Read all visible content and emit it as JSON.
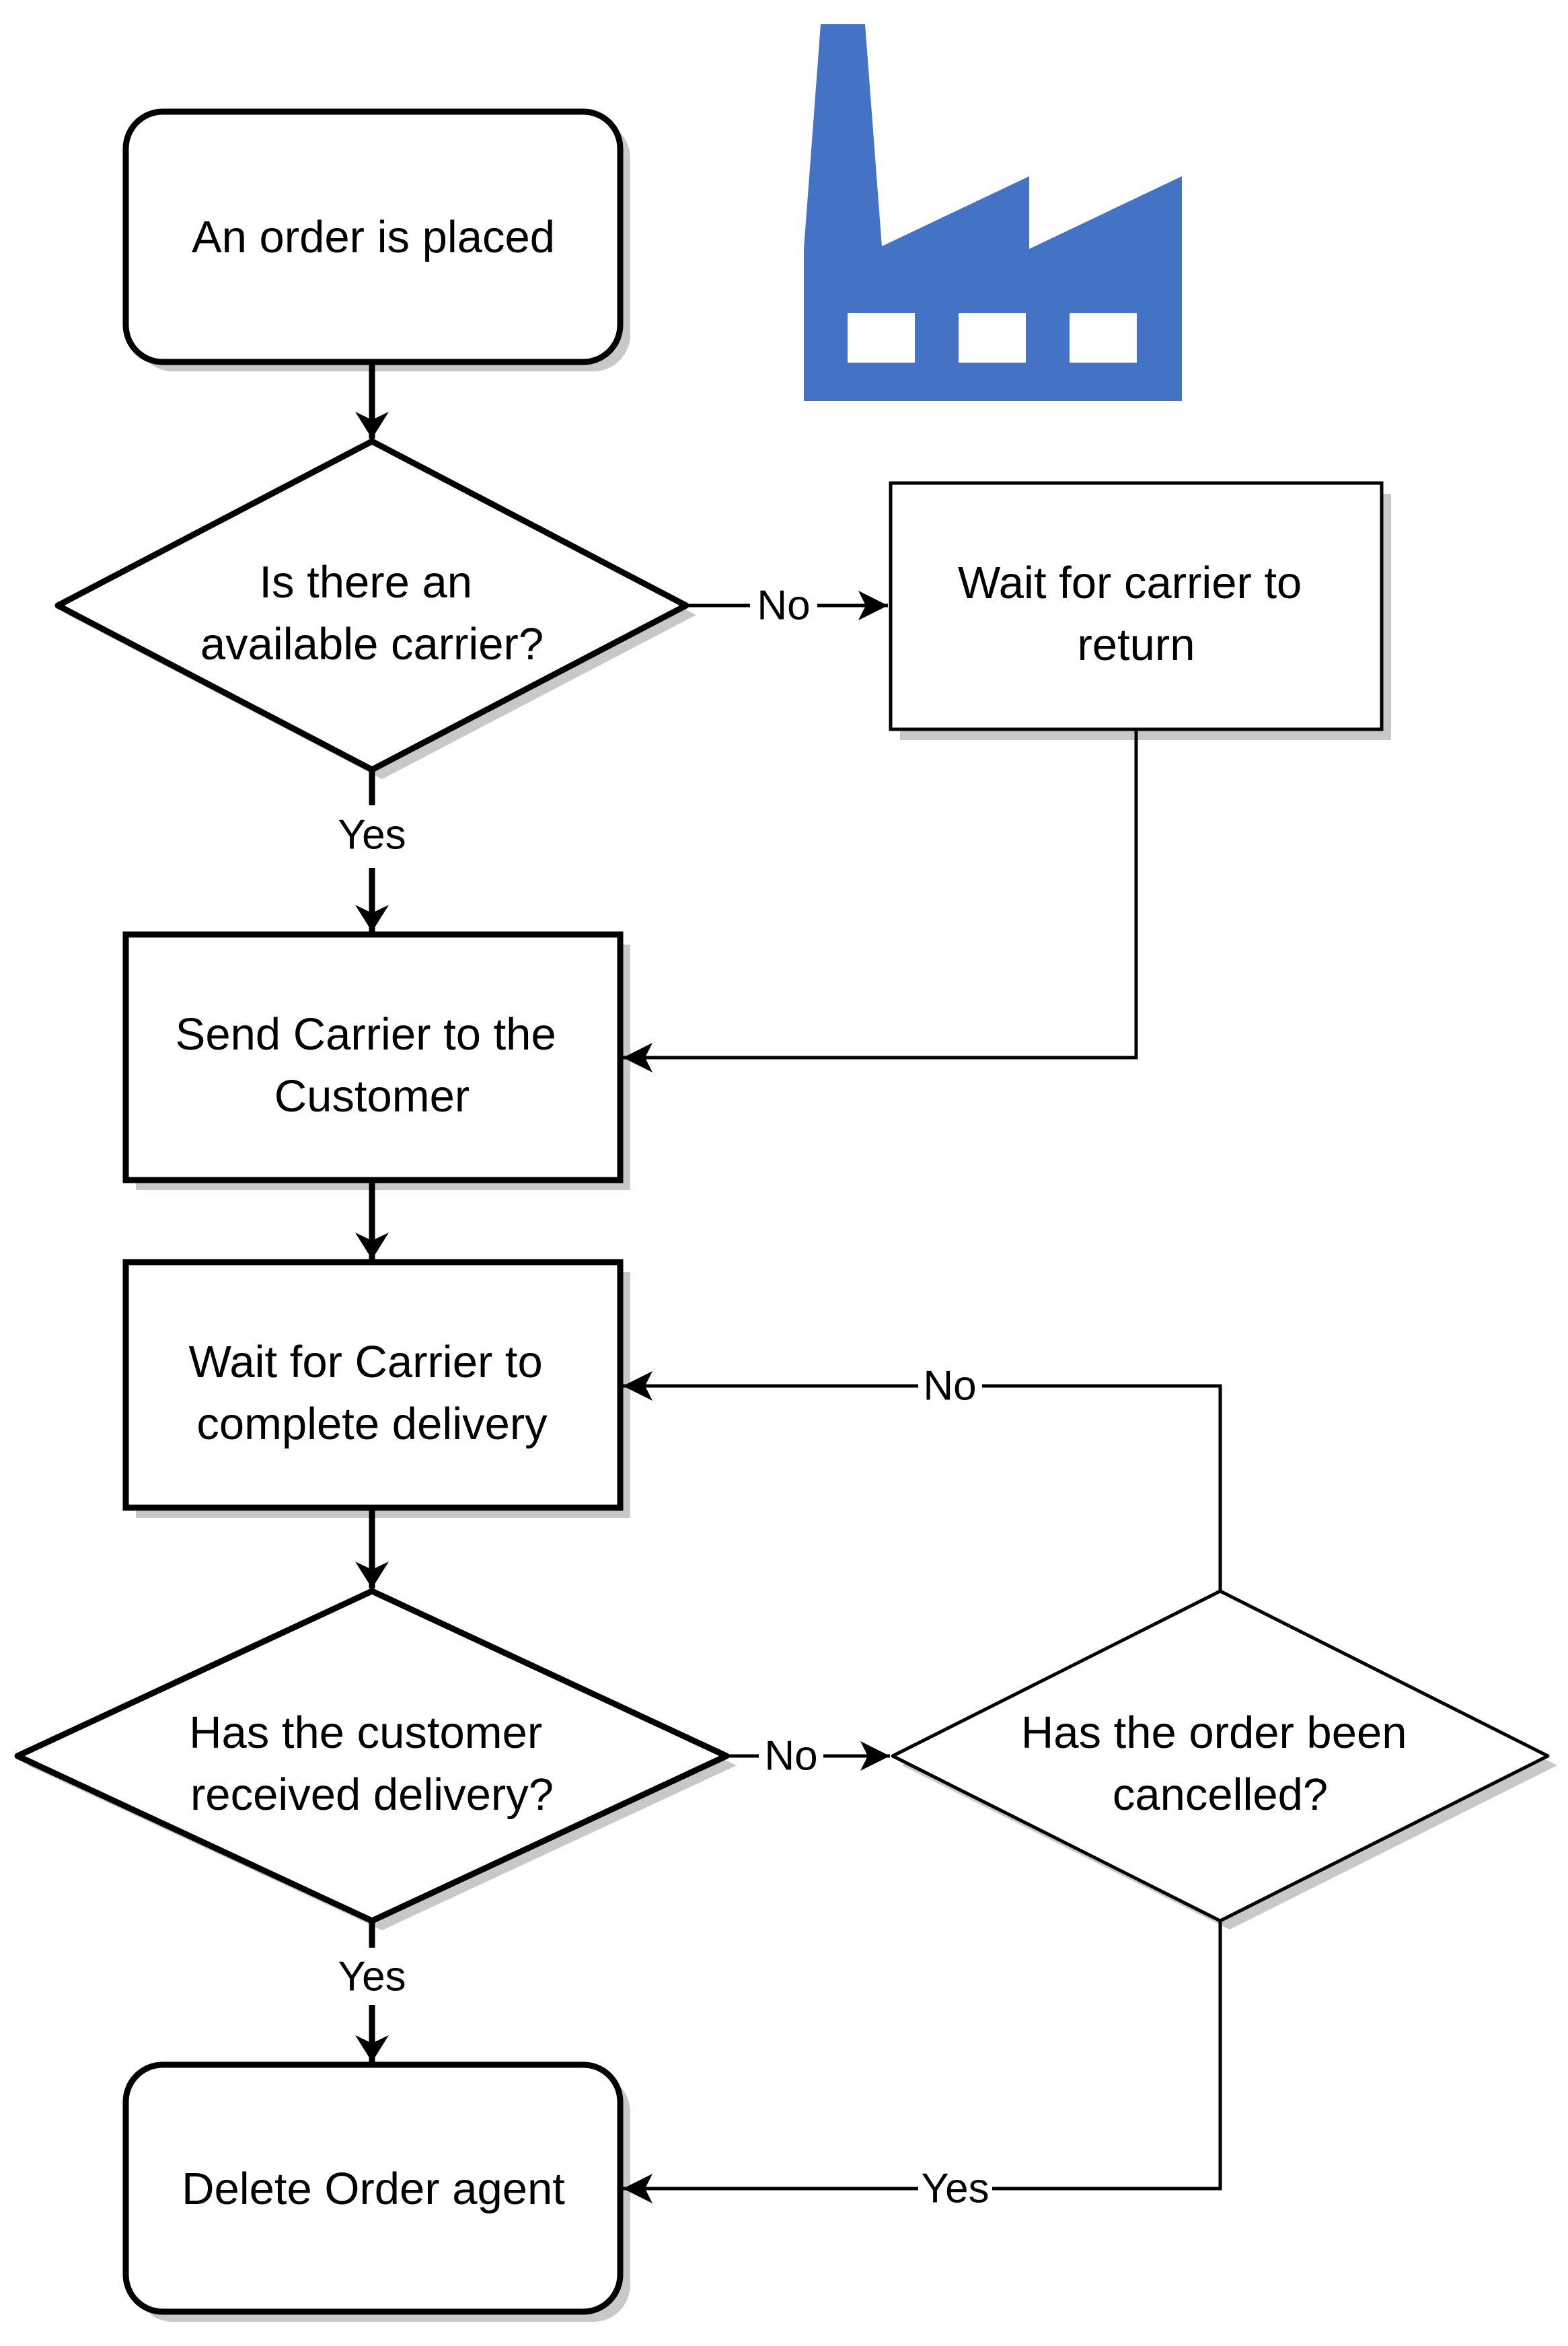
{
  "colors": {
    "stroke": "#000000",
    "shadow": "#c8c8c8",
    "factory": "#4472c4",
    "background": "#ffffff"
  },
  "icon": {
    "name": "factory-icon"
  },
  "nodes": {
    "order_placed": {
      "lines": [
        "An order is placed"
      ]
    },
    "carrier_available": {
      "lines": [
        "Is there an",
        "available carrier?"
      ]
    },
    "wait_carrier_return": {
      "lines": [
        "Wait for carrier to",
        "return"
      ]
    },
    "send_carrier": {
      "lines": [
        "Send Carrier to the",
        "Customer"
      ]
    },
    "wait_delivery": {
      "lines": [
        "Wait for Carrier to",
        "complete delivery"
      ]
    },
    "delivery_received": {
      "lines": [
        "Has the customer",
        "received delivery?"
      ]
    },
    "order_cancelled": {
      "lines": [
        "Has the order been",
        "cancelled?"
      ]
    },
    "delete_order": {
      "lines": [
        "Delete Order agent"
      ]
    }
  },
  "edges": {
    "carrier_available_no": "No",
    "carrier_available_yes": "Yes",
    "cancelled_no": "No",
    "delivery_received_no": "No",
    "delivery_received_yes": "Yes",
    "cancelled_yes": "Yes"
  }
}
